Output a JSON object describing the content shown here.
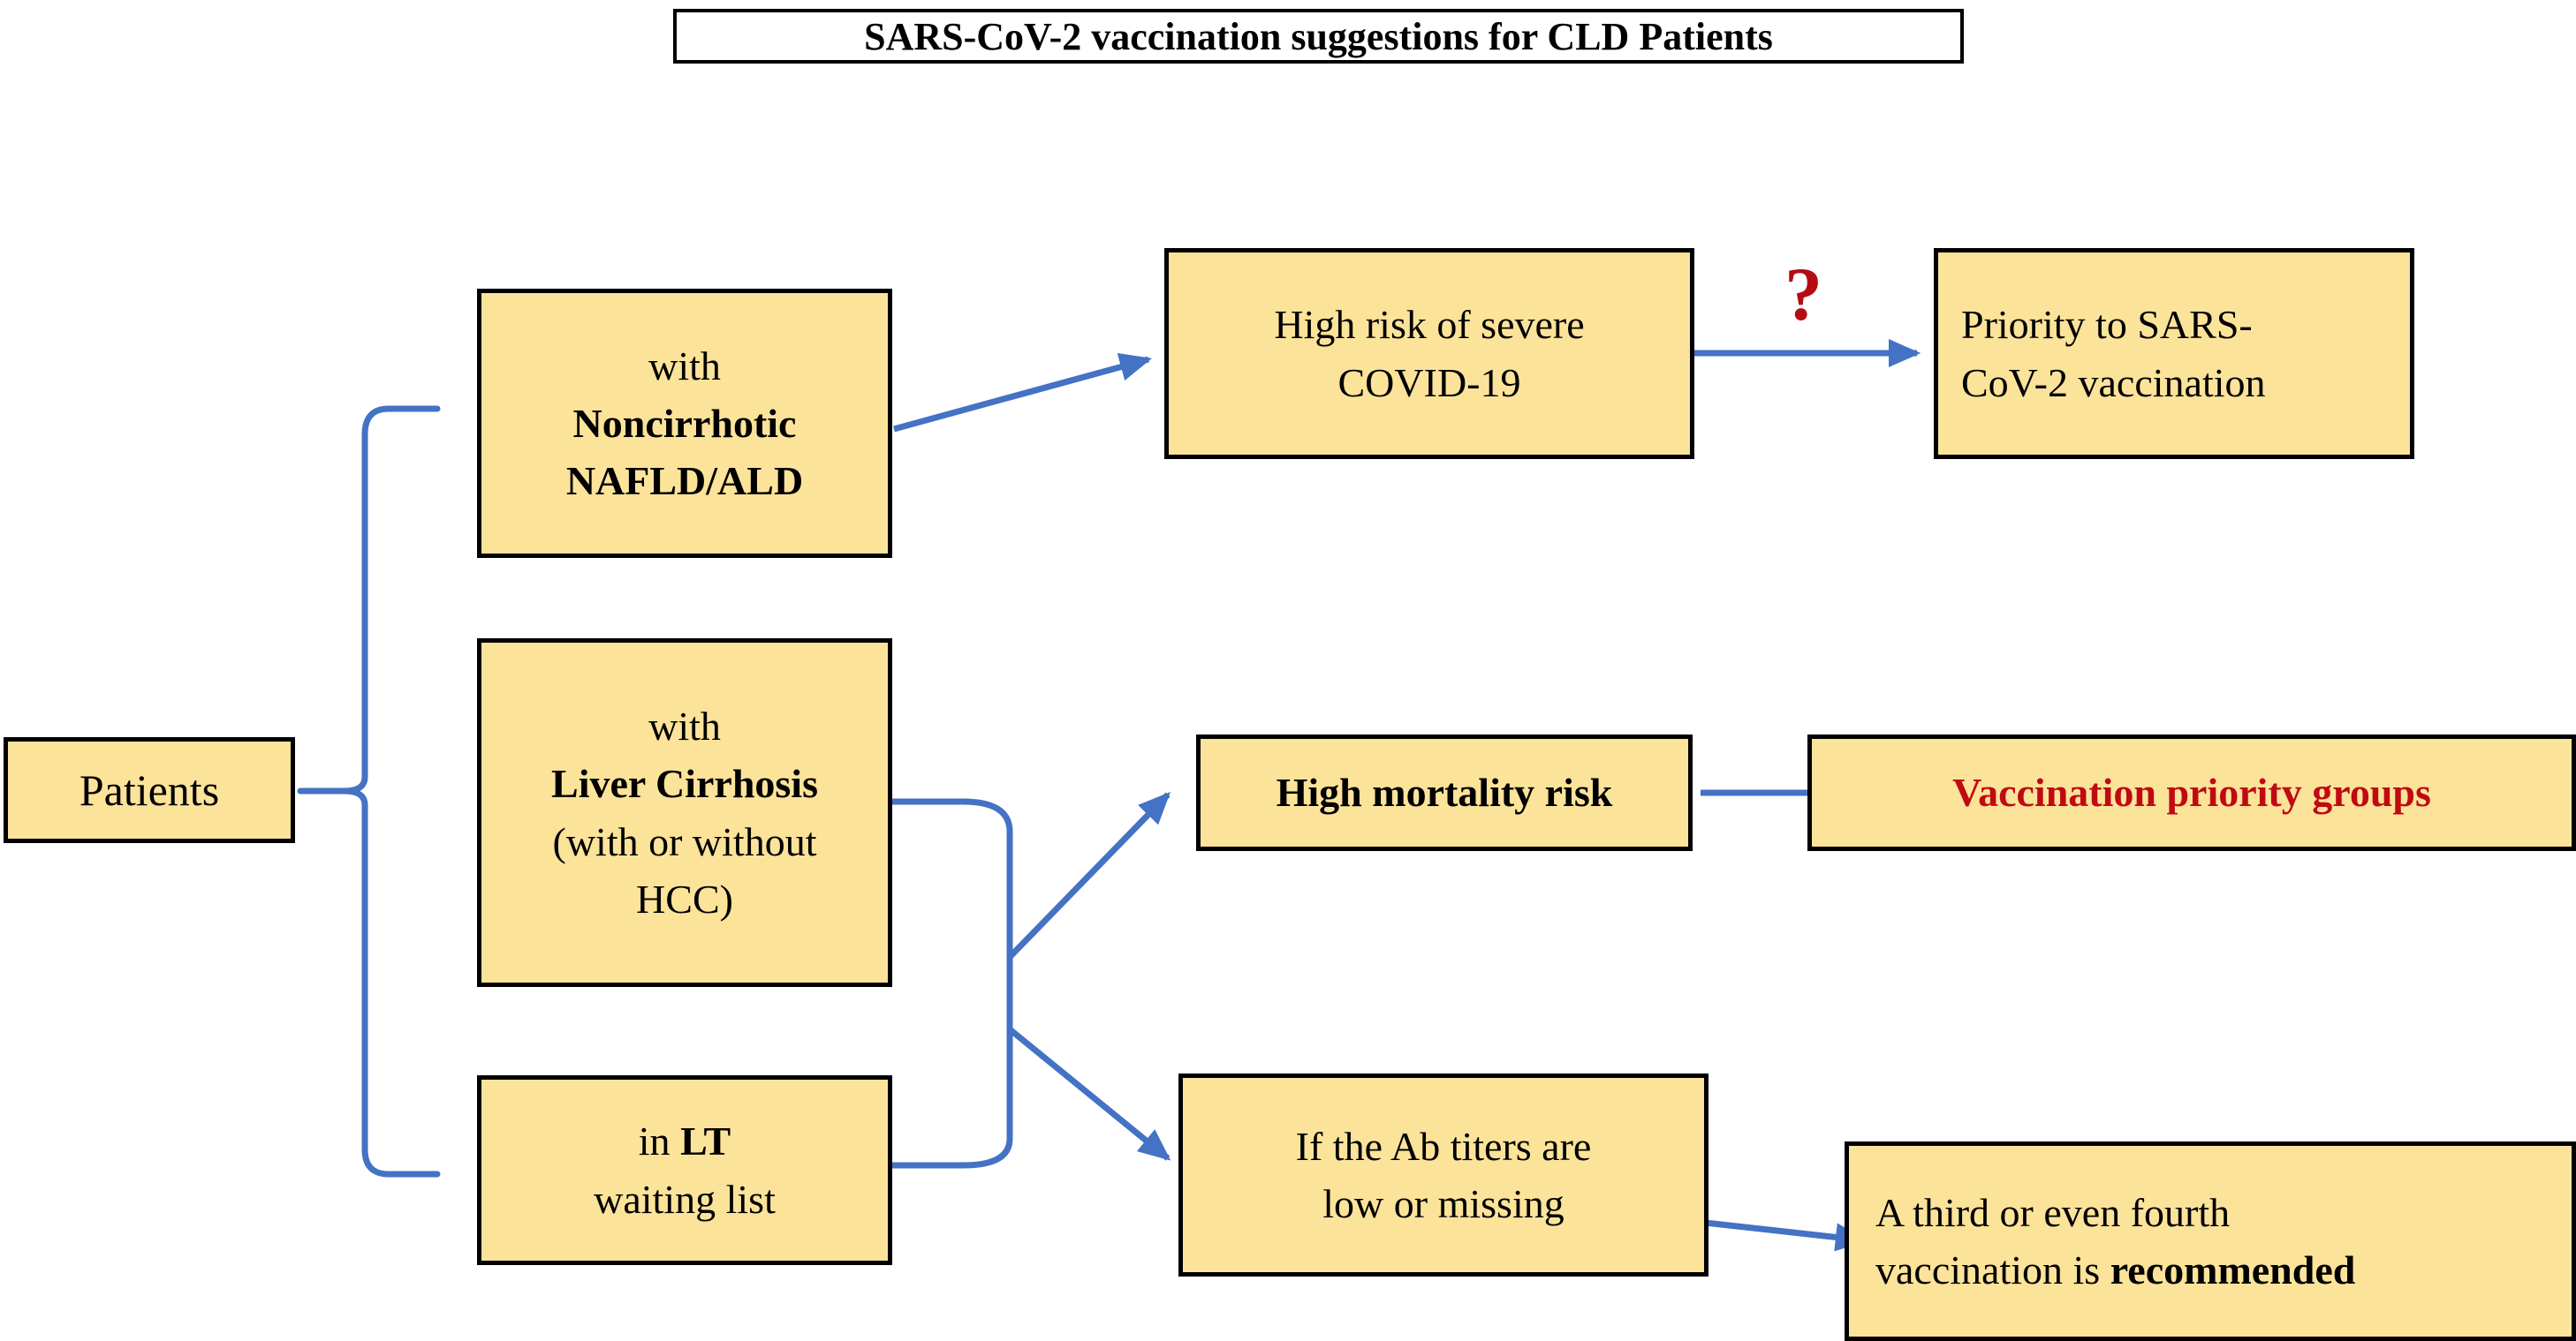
{
  "title": {
    "text": "SARS-CoV-2 vaccination suggestions for CLD Patients"
  },
  "colors": {
    "node_fill": "#FCE39A",
    "node_border": "#000000",
    "connector": "#4472C4",
    "accent_red": "#C00A12",
    "question_red": "#B40C12",
    "page_background": "#FFFFFF"
  },
  "annotations": {
    "question_mark": "?"
  },
  "nodes": {
    "patients": {
      "lines": [
        "Patients"
      ]
    },
    "noncirrhotic": {
      "lines": [
        "with",
        "Noncirrhotic",
        "NAFLD/ALD"
      ]
    },
    "cirrhosis": {
      "lines": [
        "with",
        "Liver Cirrhosis",
        "(with or without",
        "HCC)"
      ]
    },
    "lt_waiting": {
      "lines": [
        "in ",
        "LT",
        "waiting list"
      ]
    },
    "high_risk_covid": {
      "lines": [
        "High risk of severe",
        "COVID-19"
      ]
    },
    "priority_vaccination": {
      "lines": [
        "Priority to SARS-",
        "CoV-2 vaccination"
      ]
    },
    "high_mortality": {
      "lines": [
        "High mortality risk"
      ]
    },
    "vaccination_priority_groups": {
      "lines": [
        "Vaccination priority groups"
      ]
    },
    "ab_titers": {
      "lines": [
        "If the Ab titers are",
        "low or missing"
      ]
    },
    "third_fourth": {
      "lines": [
        "A third or even fourth",
        "vaccination is ",
        "recommended"
      ]
    }
  },
  "node_text": {
    "patients_line1": "Patients",
    "noncirrhotic_line1": "with",
    "noncirrhotic_line2": "Noncirrhotic",
    "noncirrhotic_line3": "NAFLD/ALD",
    "cirrhosis_line1": "with",
    "cirrhosis_line2": "Liver Cirrhosis",
    "cirrhosis_line3": "(with or without",
    "cirrhosis_line4": "HCC)",
    "lt_line1_prefix": "in ",
    "lt_line1_bold": "LT",
    "lt_line2": "waiting list",
    "high_risk_line1": "High risk of severe",
    "high_risk_line2": "COVID-19",
    "priority_line1": "Priority to SARS-",
    "priority_line2": "CoV-2 vaccination",
    "high_mortality_line1": "High mortality risk",
    "vpg_line1": "Vaccination priority groups",
    "ab_line1": "If the Ab titers are",
    "ab_line2": "low or missing",
    "third_line1": "A third or even fourth",
    "third_line2_prefix": "vaccination is ",
    "third_line2_bold": "recommended"
  },
  "connectors": [
    {
      "name": "patients-to-branches-bracket",
      "type": "bracket"
    },
    {
      "name": "noncirrhotic-to-high-risk-covid",
      "type": "arrow"
    },
    {
      "name": "high-risk-covid-to-priority-vaccination",
      "type": "arrow"
    },
    {
      "name": "cirrhosis-lt-merge-bracket",
      "type": "bracket"
    },
    {
      "name": "merge-to-high-mortality",
      "type": "arrow"
    },
    {
      "name": "merge-to-ab-titers",
      "type": "arrow"
    },
    {
      "name": "high-mortality-to-vaccination-priority-groups",
      "type": "arrow"
    },
    {
      "name": "ab-titers-to-third-fourth",
      "type": "arrow"
    }
  ]
}
